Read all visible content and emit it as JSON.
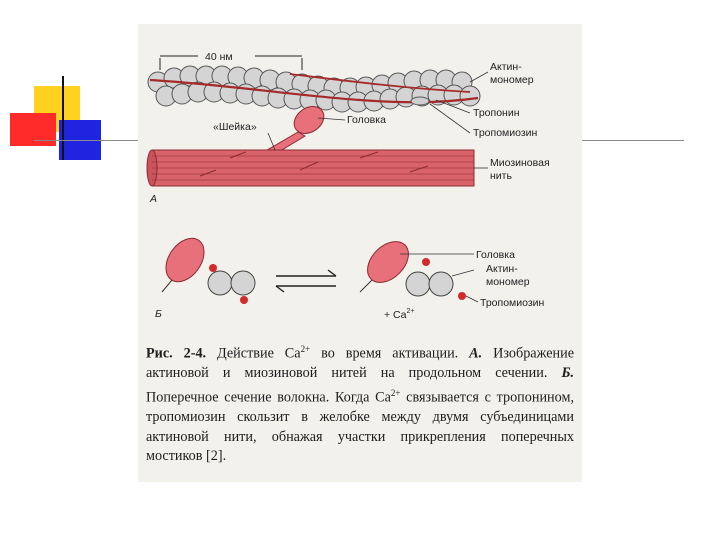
{
  "labels": {
    "scale": "40 нм",
    "actin_monomer_line1": "Актин-",
    "actin_monomer_line2": "мономер",
    "head": "Головка",
    "neck": "«Шейка»",
    "troponin": "Тропонин",
    "tropomyosin": "Тропомиозин",
    "myosin_line1": "Миозиновая",
    "myosin_line2": "нить",
    "panel_a": "А",
    "panel_b": "Б",
    "head_b": "Головка",
    "actin_b_line1": "Актин-",
    "actin_b_line2": "мономер",
    "tropomyosin_b": "Тропомиозин",
    "ca_plus": "+ Ca",
    "ca_sup": "2+"
  },
  "caption": {
    "fig_number": "Рис. 2-4.",
    "title_pre": " Действие Ca",
    "title_sup": "2+",
    "title_post": " во время активации.",
    "a_label": "А.",
    "a_text": " Изображение актиновой и миозиновой нитей на продольном сечении.",
    "b_label": "Б.",
    "b_text_pre": " Поперечное сечение волокна. Когда Ca",
    "b_sup": "2+",
    "b_text_post": " связывается с тропонином, тропомиозин скользит в желобке между двумя субъединицами актиновой нити, обнажая участки прикрепления поперечных мостиков [2]."
  },
  "colors": {
    "myosin_red": "#d9636b",
    "head_pink": "#e8707a",
    "ca_red": "#d32a2a",
    "actin_grey": "#d4d4d4",
    "deco_yellow": "#ffd21f",
    "deco_red": "#ff2a2a",
    "deco_blue": "#1f24e0"
  }
}
